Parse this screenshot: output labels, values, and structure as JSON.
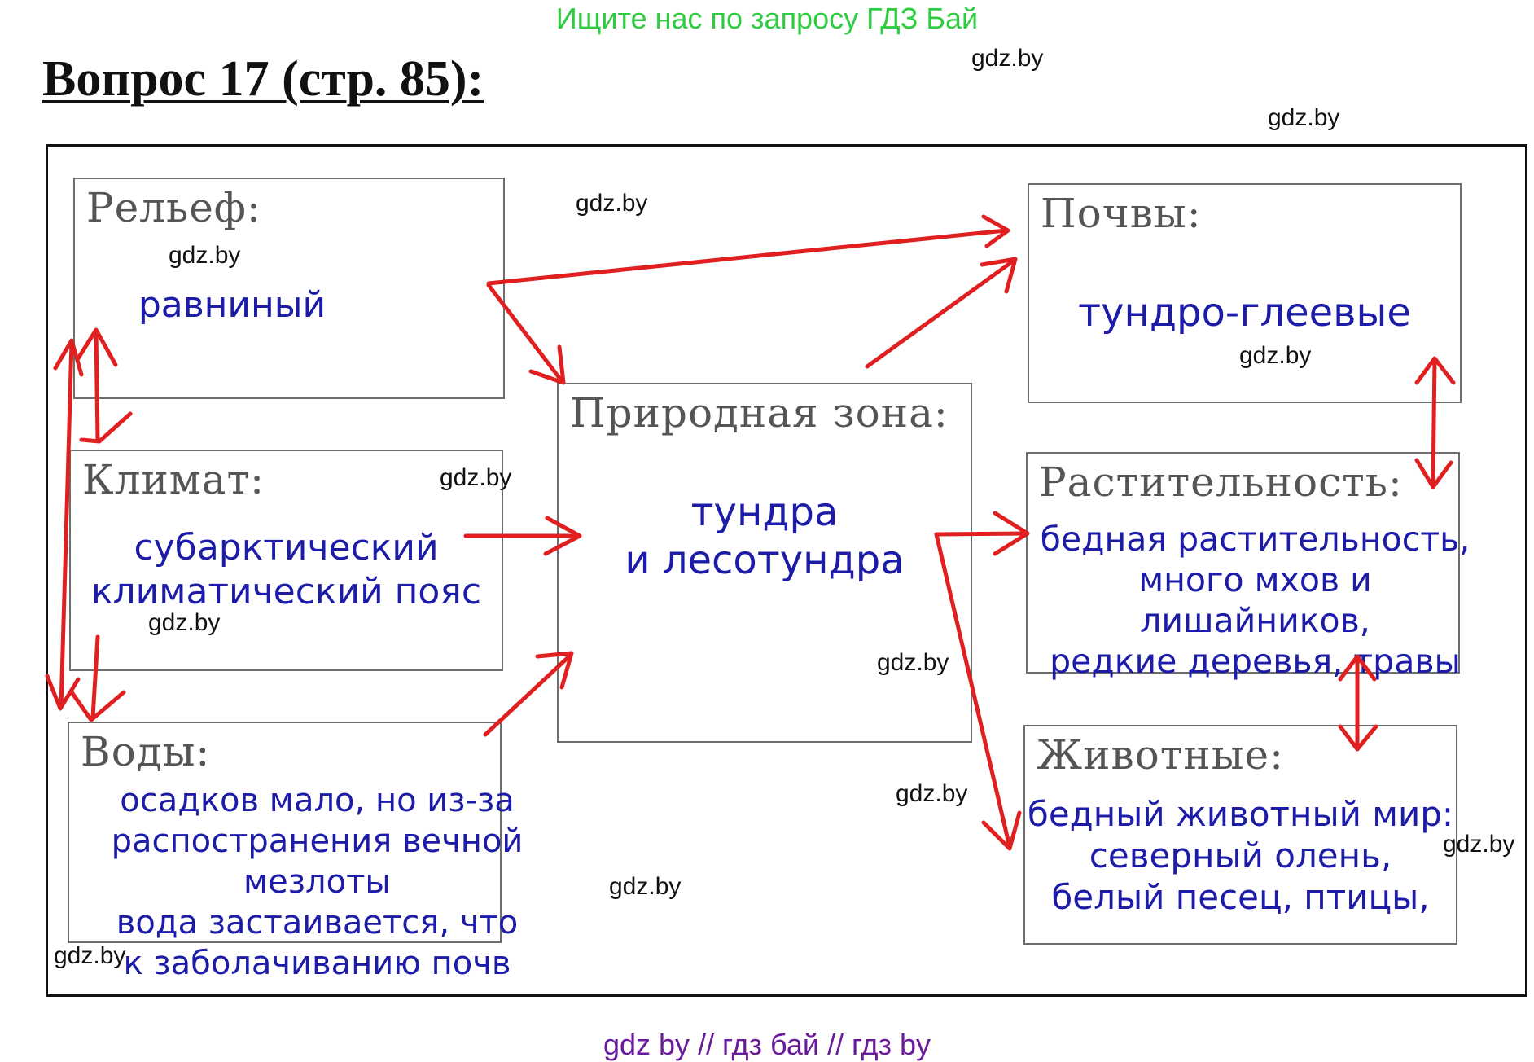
{
  "header": {
    "top_note": "Ищите нас по запросу ГДЗ Бай",
    "title": "Вопрос 17 (стр. 85):"
  },
  "diagram": {
    "relief": {
      "label": "Рельеф:",
      "text": "равниный"
    },
    "climate": {
      "label": "Климат:",
      "text_lines": [
        "субарктический",
        "климатический пояс"
      ]
    },
    "waters": {
      "label": "Воды:",
      "text_lines": [
        "осадков мало, но из-за",
        "распостранения вечной мезлоты",
        "вода застаивается, что",
        "к заболачиванию почв"
      ]
    },
    "zone": {
      "label": "Природная зона:",
      "text_lines": [
        "тундра",
        "и лесотундра"
      ]
    },
    "soils": {
      "label": "Почвы:",
      "text": "тундро-глеевые"
    },
    "vegetation": {
      "label": "Растительность:",
      "text_lines": [
        "бедная растительность,",
        "много мхов и лишайников,",
        "редкие деревья, травы"
      ]
    },
    "animals": {
      "label": "Животные:",
      "text_lines": [
        "бедный животный мир:",
        "северный олень,",
        "белый песец, птицы,"
      ]
    },
    "arrow_color": "#e02020"
  },
  "watermarks": {
    "text": "gdz.by"
  },
  "footer": {
    "text": "gdz by  //  гдз бай  //  гдз by"
  }
}
